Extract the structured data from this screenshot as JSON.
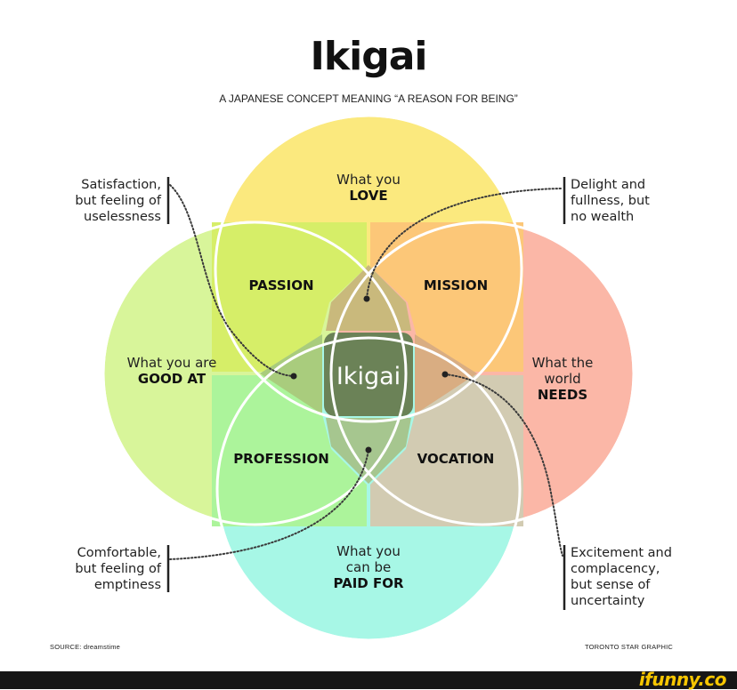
{
  "header": {
    "title": "Ikigai",
    "subtitle": "A JAPANESE CONCEPT MEANING “A REASON FOR BEING”"
  },
  "circles": {
    "love": {
      "line1": "What you",
      "line2": "LOVE",
      "color": "#fbe97e"
    },
    "good_at": {
      "line1": "What you are",
      "line2": "GOOD AT",
      "color": "#d8f59a"
    },
    "needs": {
      "line1": "What the",
      "line2": "world",
      "line3": "NEEDS",
      "color": "#fbb7a7"
    },
    "paid_for": {
      "line1": "What you",
      "line2": "can be",
      "line3": "PAID FOR",
      "color": "#a7f7e6"
    }
  },
  "overlaps": {
    "passion": "PASSION",
    "mission": "MISSION",
    "profession": "PROFESSION",
    "vocation": "VOCATION",
    "center": "Ikigai"
  },
  "notes": {
    "top_left": [
      "Satisfaction,",
      "but feeling of",
      "uselessness"
    ],
    "top_right": [
      "Delight and",
      "fullness, but",
      "no wealth"
    ],
    "bottom_left": [
      "Comfortable,",
      "but feeling of",
      "emptiness"
    ],
    "bottom_right": [
      "Excitement and",
      "complacency,",
      "but sense of",
      "uncertainty"
    ]
  },
  "footer": {
    "source": "SOURCE: dreamstime",
    "credit": "TORONTO STAR GRAPHIC",
    "watermark": "ifunny.co"
  }
}
